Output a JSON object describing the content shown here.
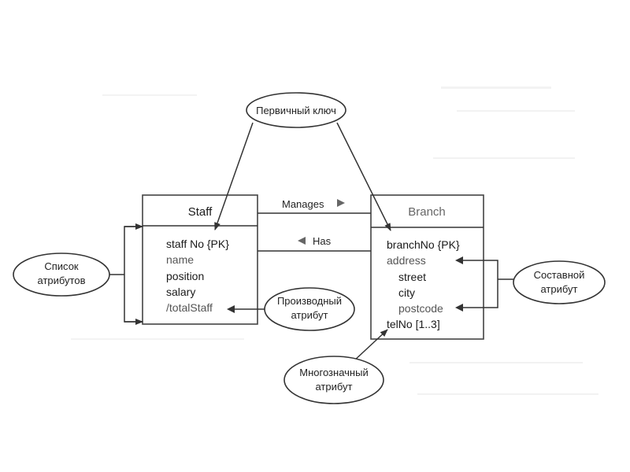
{
  "entities": {
    "staff": {
      "name": "Staff",
      "attributes": [
        "staff No {PK}",
        "name",
        "position",
        "salary",
        "/totalStaff"
      ]
    },
    "branch": {
      "name": "Branch",
      "attributes": [
        "branchNo {PK}",
        "address",
        "street",
        "city",
        "postcode",
        "telNo [1..3]"
      ]
    }
  },
  "relationships": {
    "manages": "Manages",
    "has": "Has"
  },
  "callouts": {
    "primary_key": "Первичный ключ",
    "attr_list_line1": "Список",
    "attr_list_line2": "атрибутов",
    "derived_line1": "Производный",
    "derived_line2": "атрибут",
    "composite_line1": "Составной",
    "composite_line2": "атрибут",
    "multi_line1": "Многозначный",
    "multi_line2": "атрибут"
  }
}
